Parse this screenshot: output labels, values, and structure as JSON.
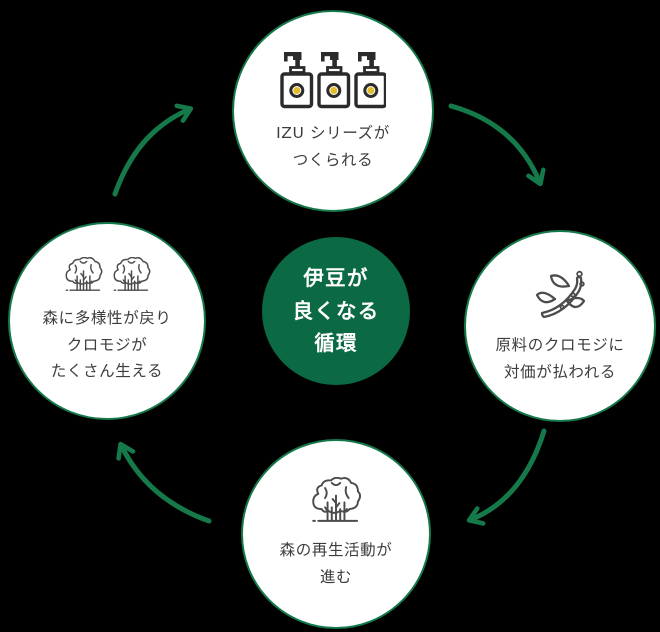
{
  "colors": {
    "background": "#000000",
    "accent_green": "#15794a",
    "center_circle_green": "#0b6943",
    "node_fill": "#ffffff",
    "label_text": "#3d3d3d",
    "center_text": "#ffffff",
    "icon_dark": "#2b2b2b",
    "icon_gray": "#4c4c4c",
    "bottle_dot_yellow": "#e2bd2b"
  },
  "diagram": {
    "center": {
      "id": "izu-cycle",
      "lines": [
        "伊豆が",
        "良くなる",
        "循環"
      ]
    },
    "nodes": [
      {
        "id": "izu-series",
        "position": "top",
        "icon": "izu-bottles-icon",
        "lines": [
          "IZU シリーズが",
          "つくられる"
        ]
      },
      {
        "id": "kuromoji-payment",
        "position": "right",
        "icon": "kuromoji-branch-icon",
        "lines": [
          "原料のクロモジに",
          "対価が払われる"
        ]
      },
      {
        "id": "forest-regeneration",
        "position": "bottom",
        "icon": "forest-tree-icon",
        "lines": [
          "森の再生活動が",
          "進む"
        ]
      },
      {
        "id": "forest-diversity",
        "position": "left",
        "icon": "forest-trees-icon",
        "lines": [
          "森に多様性が戻り",
          "クロモジが",
          "たくさん生える"
        ]
      }
    ],
    "arrows": [
      {
        "from": "izu-series",
        "to": "kuromoji-payment"
      },
      {
        "from": "kuromoji-payment",
        "to": "forest-regeneration"
      },
      {
        "from": "forest-regeneration",
        "to": "forest-diversity"
      },
      {
        "from": "forest-diversity",
        "to": "izu-series"
      }
    ],
    "flow_direction": "clockwise"
  }
}
